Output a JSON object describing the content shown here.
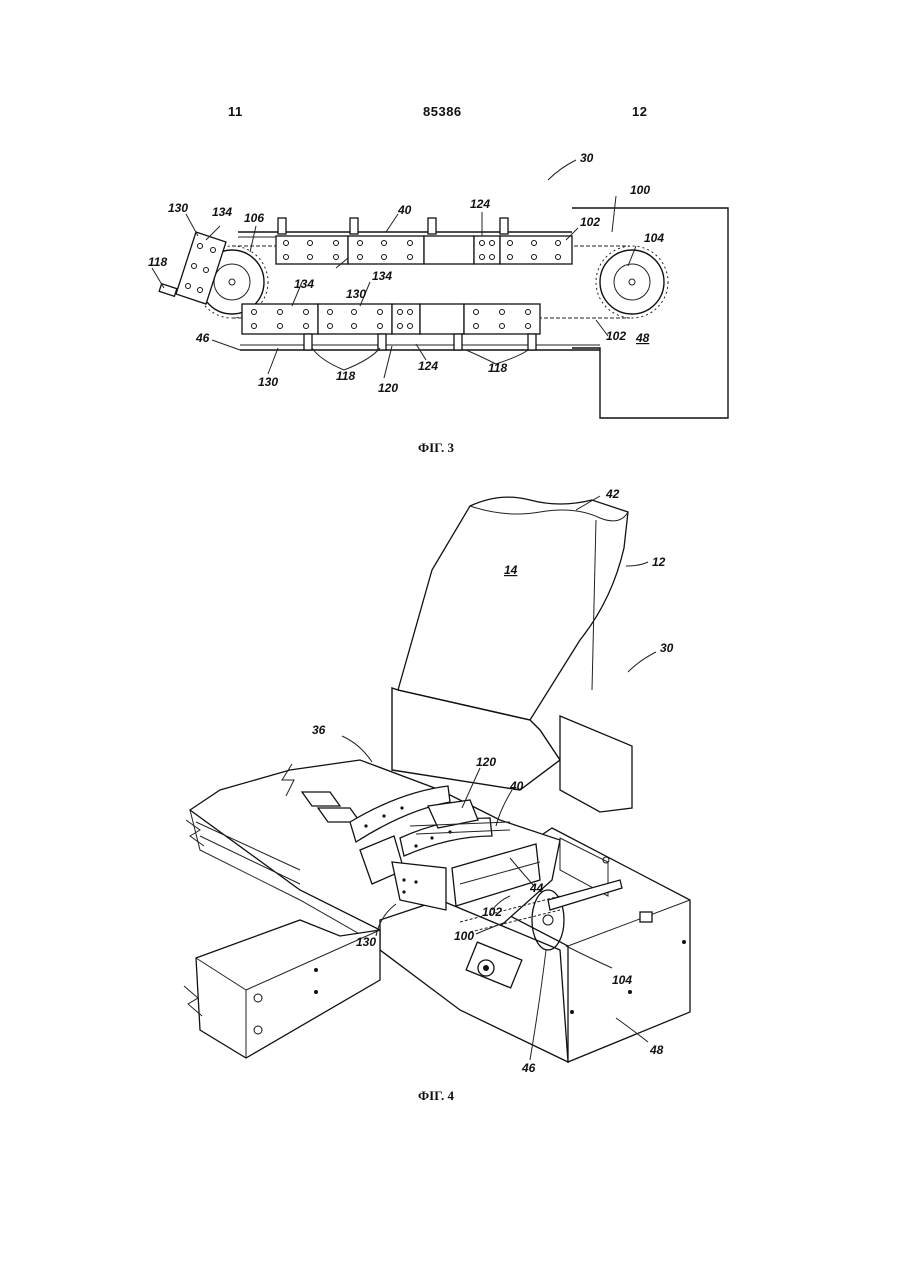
{
  "header": {
    "page_left": "11",
    "patent_number": "85386",
    "page_right": "12"
  },
  "figure3": {
    "caption": "ФІГ. 3",
    "labels": {
      "l30": "30",
      "l100": "100",
      "l130a": "130",
      "l134a": "134",
      "l106": "106",
      "l40": "40",
      "l124a": "124",
      "l102a": "102",
      "l104": "104",
      "l118a": "118",
      "l134b": "134",
      "l134c": "134",
      "l130b": "130",
      "l46": "46",
      "l102b": "102",
      "l48": "48",
      "l130c": "130",
      "l118b": "118",
      "l120": "120",
      "l124b": "124",
      "l118c": "118"
    }
  },
  "figure4": {
    "caption": "ФІГ. 4",
    "labels": {
      "l42": "42",
      "l14": "14",
      "l12": "12",
      "l30": "30",
      "l36": "36",
      "l120": "120",
      "l40": "40",
      "l44": "44",
      "l102": "102",
      "l130": "130",
      "l100": "100",
      "l104": "104",
      "l46": "46",
      "l48": "48"
    }
  }
}
